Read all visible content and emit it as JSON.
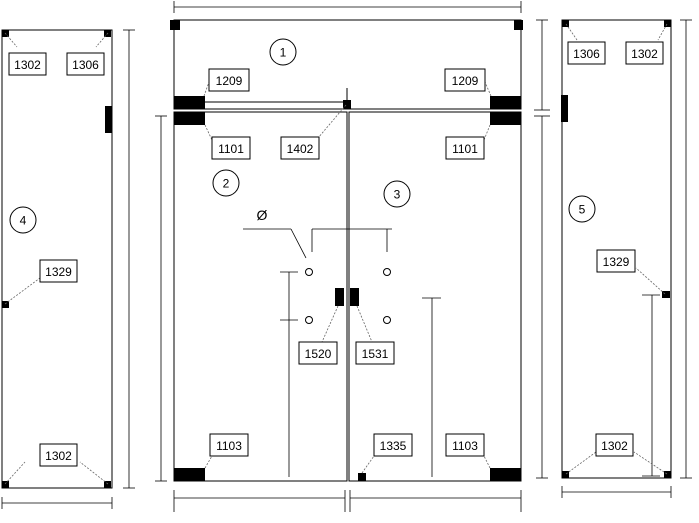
{
  "panels": [
    {
      "number": "1"
    },
    {
      "number": "2"
    },
    {
      "number": "3"
    },
    {
      "number": "4"
    },
    {
      "number": "5"
    }
  ],
  "parts": {
    "p1302_tl": "1302",
    "p1306_tr": "1306",
    "p1329_left": "1329",
    "p1302_bottom_left": "1302",
    "p1209_left": "1209",
    "p1209_right": "1209",
    "p1101_left": "1101",
    "p1402": "1402",
    "p1101_right": "1101",
    "p1520": "1520",
    "p1531": "1531",
    "p1103_left": "1103",
    "p1335": "1335",
    "p1103_right": "1103",
    "p1306_right_panel": "1306",
    "p1302_right_panel_top": "1302",
    "p1329_right": "1329",
    "p1302_right_panel_bottom": "1302"
  },
  "symbols": {
    "diameter": "Ø"
  }
}
